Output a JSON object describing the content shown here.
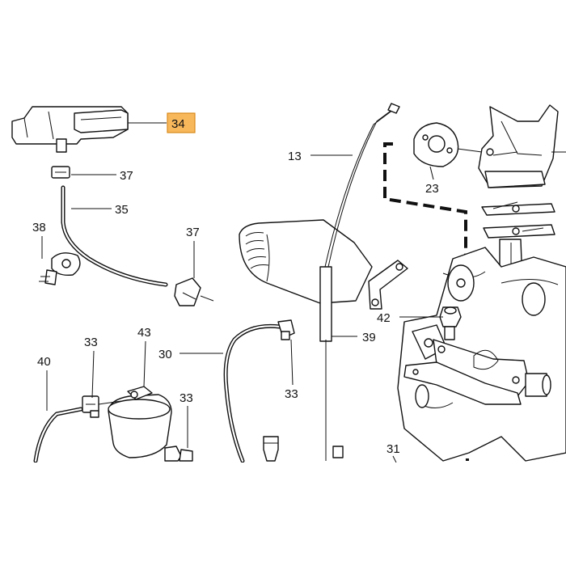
{
  "diagram": {
    "highlighted_label": "34",
    "callouts": [
      {
        "id": "34",
        "text": "34"
      },
      {
        "id": "37a",
        "text": "37"
      },
      {
        "id": "35",
        "text": "35"
      },
      {
        "id": "38",
        "text": "38"
      },
      {
        "id": "37b",
        "text": "37"
      },
      {
        "id": "13",
        "text": "13"
      },
      {
        "id": "23",
        "text": "23"
      },
      {
        "id": "42",
        "text": "42"
      },
      {
        "id": "39",
        "text": "39"
      },
      {
        "id": "30",
        "text": "30"
      },
      {
        "id": "33a",
        "text": "33"
      },
      {
        "id": "43",
        "text": "43"
      },
      {
        "id": "33b",
        "text": "33"
      },
      {
        "id": "33c",
        "text": "33"
      },
      {
        "id": "40",
        "text": "40"
      },
      {
        "id": "31",
        "text": "31"
      }
    ],
    "colors": {
      "line": "#111111",
      "highlight_fill": "#f7b85c",
      "highlight_border": "#d98a1a",
      "background": "#ffffff"
    }
  }
}
